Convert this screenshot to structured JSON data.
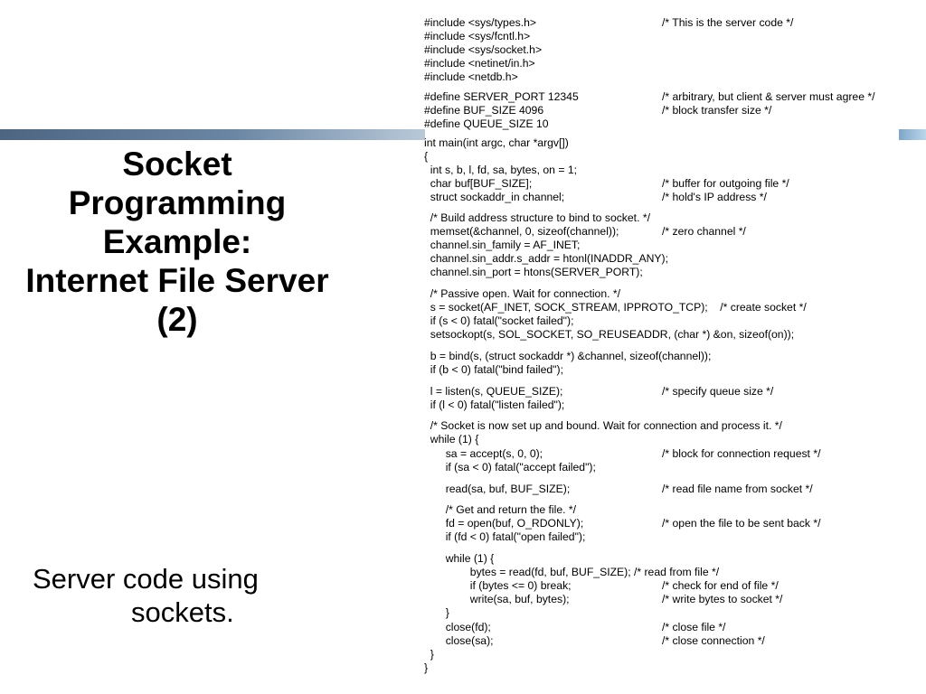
{
  "slide": {
    "title_lines": [
      "Socket",
      "Programming",
      "Example:",
      "Internet File Server",
      "(2)"
    ],
    "caption_lines": [
      "Server code using",
      "sockets."
    ]
  },
  "code_lines": [
    {
      "text": "#include <sys/types.h>",
      "comment": "/* This is the server code */"
    },
    {
      "text": "#include <sys/fcntl.h>",
      "comment": ""
    },
    {
      "text": "#include <sys/socket.h>",
      "comment": ""
    },
    {
      "text": "#include <netinet/in.h>",
      "comment": ""
    },
    {
      "text": "#include <netdb.h>",
      "comment": ""
    },
    {
      "text": "#define SERVER_PORT 12345",
      "comment": "/* arbitrary, but client & server must agree */"
    },
    {
      "text": "#define BUF_SIZE 4096",
      "comment": "/* block transfer size */"
    },
    {
      "text": "#define QUEUE_SIZE 10",
      "comment": ""
    },
    {
      "text": "int main(int argc, char *argv[])",
      "comment": ""
    },
    {
      "text": "{",
      "comment": ""
    },
    {
      "text": "  int s, b, l, fd, sa, bytes, on = 1;",
      "comment": ""
    },
    {
      "text": "  char buf[BUF_SIZE];",
      "comment": "/* buffer for outgoing file */"
    },
    {
      "text": "  struct sockaddr_in channel;",
      "comment": "/* hold's IP address */"
    },
    {
      "text": "  /* Build address structure to bind to socket. */",
      "comment": ""
    },
    {
      "text": "  memset(&channel, 0, sizeof(channel));",
      "comment": "/* zero channel */"
    },
    {
      "text": "  channel.sin_family = AF_INET;",
      "comment": ""
    },
    {
      "text": "  channel.sin_addr.s_addr = htonl(INADDR_ANY);",
      "comment": ""
    },
    {
      "text": "  channel.sin_port = htons(SERVER_PORT);",
      "comment": ""
    },
    {
      "text": "  /* Passive open. Wait for connection. */",
      "comment": ""
    },
    {
      "text": "  s = socket(AF_INET, SOCK_STREAM, IPPROTO_TCP);    /* create socket */",
      "comment": ""
    },
    {
      "text": "  if (s < 0) fatal(\"socket failed\");",
      "comment": ""
    },
    {
      "text": "  setsockopt(s, SOL_SOCKET, SO_REUSEADDR, (char *) &on, sizeof(on));",
      "comment": ""
    },
    {
      "text": "  b = bind(s, (struct sockaddr *) &channel, sizeof(channel));",
      "comment": ""
    },
    {
      "text": "  if (b < 0) fatal(\"bind failed\");",
      "comment": ""
    },
    {
      "text": "  l = listen(s, QUEUE_SIZE);",
      "comment": "/* specify queue size */"
    },
    {
      "text": "  if (l < 0) fatal(\"listen failed\");",
      "comment": ""
    },
    {
      "text": "  /* Socket is now set up and bound. Wait for connection and process it. */",
      "comment": ""
    },
    {
      "text": "  while (1) {",
      "comment": ""
    },
    {
      "text": "       sa = accept(s, 0, 0);",
      "comment": "/* block for connection request */"
    },
    {
      "text": "       if (sa < 0) fatal(\"accept failed\");",
      "comment": ""
    },
    {
      "text": "       read(sa, buf, BUF_SIZE);",
      "comment": "/* read file name from socket */"
    },
    {
      "text": "       /* Get and return the file. */",
      "comment": ""
    },
    {
      "text": "       fd = open(buf, O_RDONLY);",
      "comment": "/* open the file to be sent back */"
    },
    {
      "text": "       if (fd < 0) fatal(\"open failed\");",
      "comment": ""
    },
    {
      "text": "       while (1) {",
      "comment": ""
    },
    {
      "text": "               bytes = read(fd, buf, BUF_SIZE); /* read from file */",
      "comment": ""
    },
    {
      "text": "               if (bytes <= 0) break;",
      "comment": "/* check for end of file */"
    },
    {
      "text": "               write(sa, buf, bytes);",
      "comment": "/* write bytes to socket */"
    },
    {
      "text": "       }",
      "comment": ""
    },
    {
      "text": "       close(fd);",
      "comment": "/* close file */"
    },
    {
      "text": "       close(sa);",
      "comment": "/* close connection */"
    },
    {
      "text": "  }",
      "comment": ""
    },
    {
      "text": "}",
      "comment": ""
    }
  ]
}
